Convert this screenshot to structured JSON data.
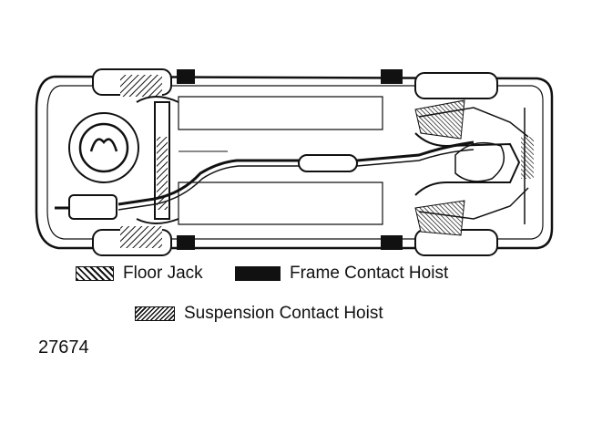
{
  "figure_number": "27674",
  "legend": {
    "floor_jack": "Floor Jack",
    "frame_contact_hoist": "Frame Contact Hoist",
    "suspension_contact_hoist": "Suspension Contact Hoist"
  },
  "colors": {
    "ink": "#111111",
    "background": "#ffffff"
  },
  "icons": {
    "floor_jack_swatch": "diagonal-hatch-swatch",
    "frame_contact_swatch": "solid-black-swatch",
    "suspension_contact_swatch": "crosshatch-swatch"
  }
}
